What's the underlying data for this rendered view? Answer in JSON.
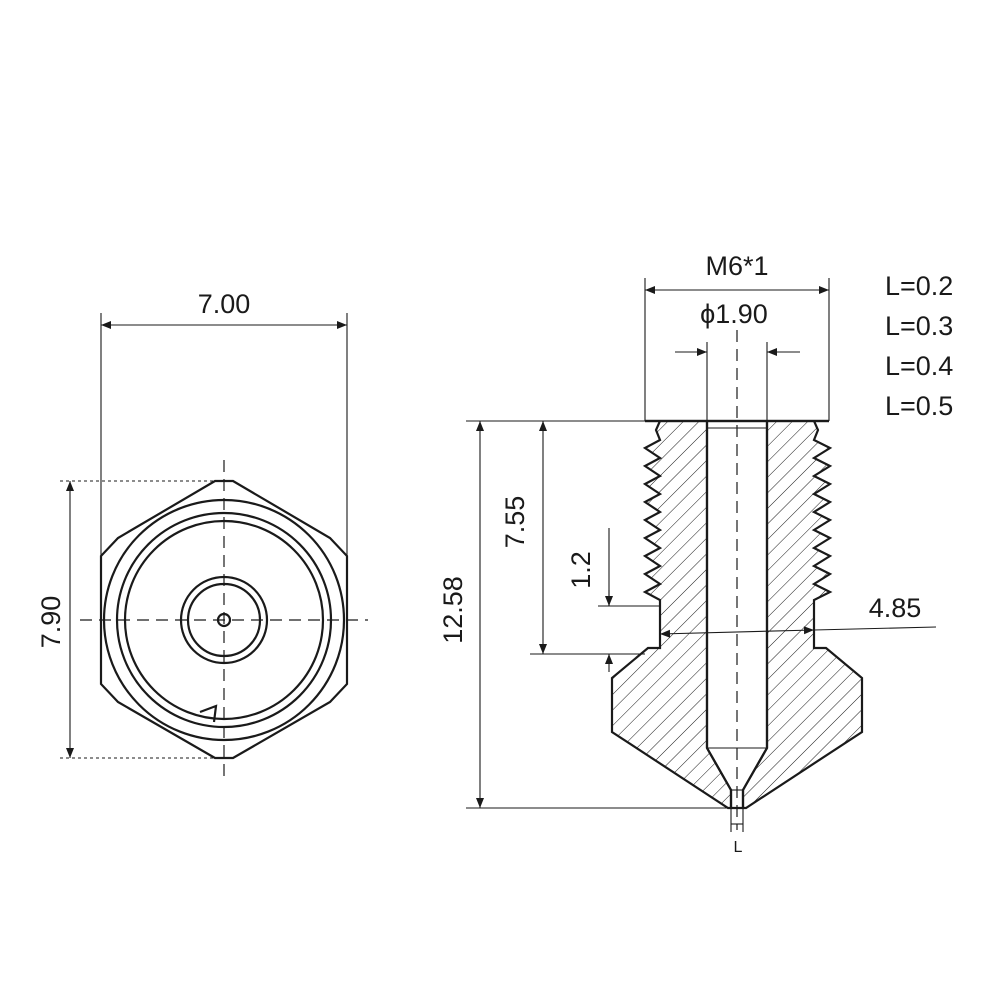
{
  "front_view": {
    "width_label": "7.00",
    "height_label": "7.90"
  },
  "section_view": {
    "thread_label": "M6*1",
    "bore_label": "ϕ1.90",
    "total_height_label": "12.58",
    "thread_length_label": "7.55",
    "relief_label": "1.2",
    "relief_diameter_label": "4.85",
    "orifice_label": "L"
  },
  "orifice_sizes": [
    "L=0.2",
    "L=0.3",
    "L=0.4",
    "L=0.5"
  ],
  "colors": {
    "ink": "#1a1a1a",
    "background": "#ffffff"
  }
}
